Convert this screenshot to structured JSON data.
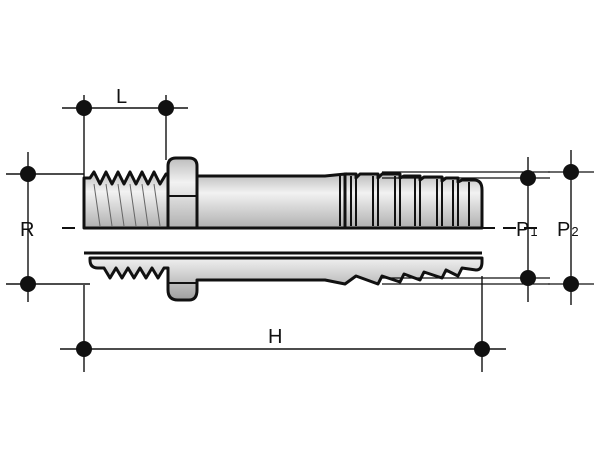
{
  "labels": {
    "L": "L",
    "R": "R",
    "H": "H",
    "P1_main": "P",
    "P1_sub": "1",
    "P2_main": "P",
    "P2_sub": "2"
  },
  "colors": {
    "outline": "#111111",
    "body_fill": "#d4d4d4",
    "thread_fill": "#c2c2c2",
    "dimension": "#111111"
  }
}
